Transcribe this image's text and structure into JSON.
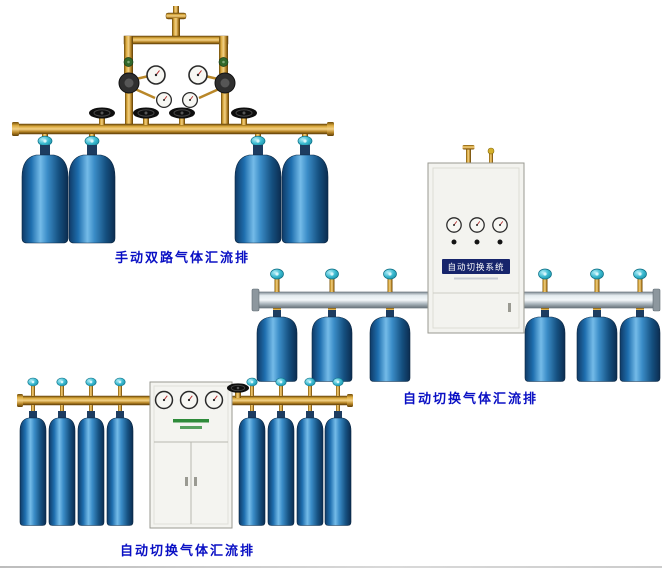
{
  "page": {
    "background": "#ffffff"
  },
  "figures": {
    "manual": {
      "caption": "手动双路气体汇流排",
      "cylinder_count": 4,
      "gauge_count": 4,
      "valve_handwheel_count": 4
    },
    "auto_cabinet": {
      "caption": "自动切换气体汇流排",
      "cylinder_count": 6,
      "cabinet_label": "自动切换系统",
      "cabinet_gauge_count": 3
    },
    "auto_floor": {
      "caption": "自动切换气体汇流排",
      "cylinder_count": 8,
      "cabinet_gauge_count": 3
    }
  },
  "colors": {
    "caption_text": "#0a10c4",
    "cylinder_blue_dark": "#0f3a66",
    "cylinder_blue_light": "#74bbe8",
    "brass": "#dcab3f",
    "teal_knob": "#3ab9d0",
    "rail_silver": "#e4ebef",
    "cabinet_body": "#f3f3ef",
    "cabinet_label_bg": "#16246b",
    "handwheel_black": "#0e0e0e"
  }
}
